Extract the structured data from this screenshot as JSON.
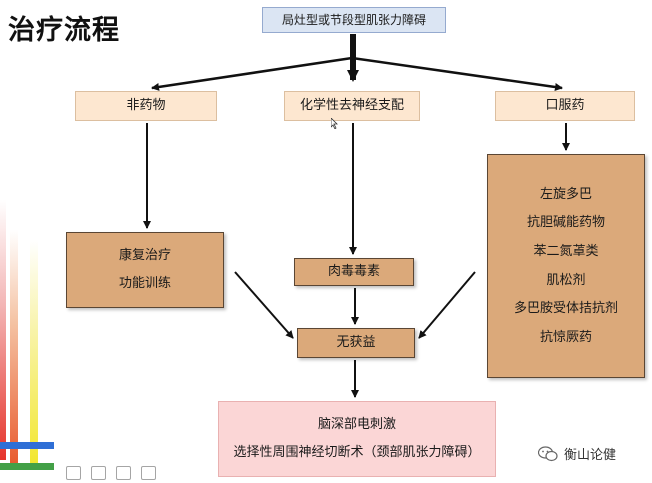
{
  "title": "治疗流程",
  "top_node": "局灶型或节段型肌张力障碍",
  "branches": {
    "left": "非药物",
    "middle": "化学性去神经支配",
    "right": "口服药"
  },
  "left_box": [
    "康复治疗",
    "功能训练"
  ],
  "middle_box": "肉毒毒素",
  "right_box": [
    "左旋多巴",
    "抗胆碱能药物",
    "苯二氮䓬类",
    "肌松剂",
    "多巴胺受体拮抗剂",
    "抗惊厥药"
  ],
  "merge_box": "无获益",
  "final_box": [
    "脑深部电刺激",
    "选择性周围神经切断术（颈部肌张力障碍）"
  ],
  "watermark": "衡山论健",
  "colors": {
    "light_box": "#fde7d0",
    "dark_box": "#dba97a",
    "final_box": "#fbd6d6",
    "top_box": "#dbe5f3"
  }
}
